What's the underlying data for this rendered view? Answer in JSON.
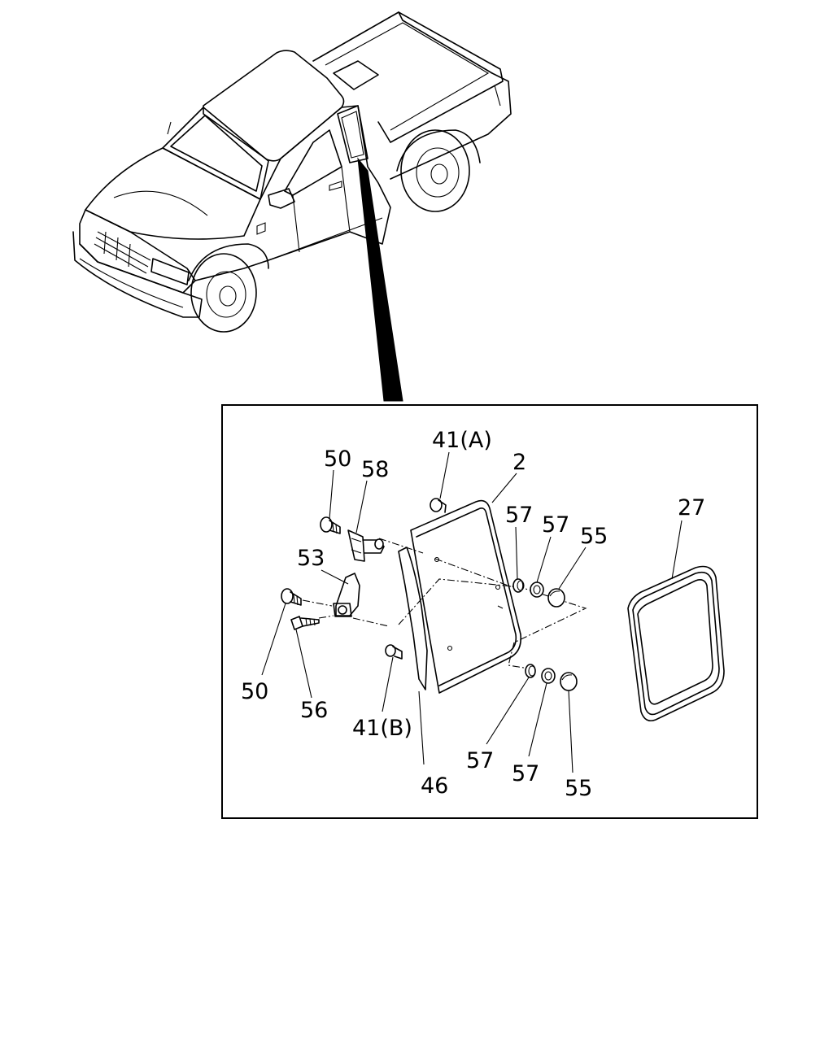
{
  "callouts": {
    "c41a": "41(A)",
    "c2": "2",
    "c50_top": "50",
    "c58": "58",
    "c57_a": "57",
    "c57_b": "57",
    "c55_top": "55",
    "c27": "27",
    "c53": "53",
    "c50_bottom": "50",
    "c56": "56",
    "c41b": "41(B)",
    "c46": "46",
    "c57_c": "57",
    "c57_d": "57",
    "c55_bottom": "55"
  }
}
